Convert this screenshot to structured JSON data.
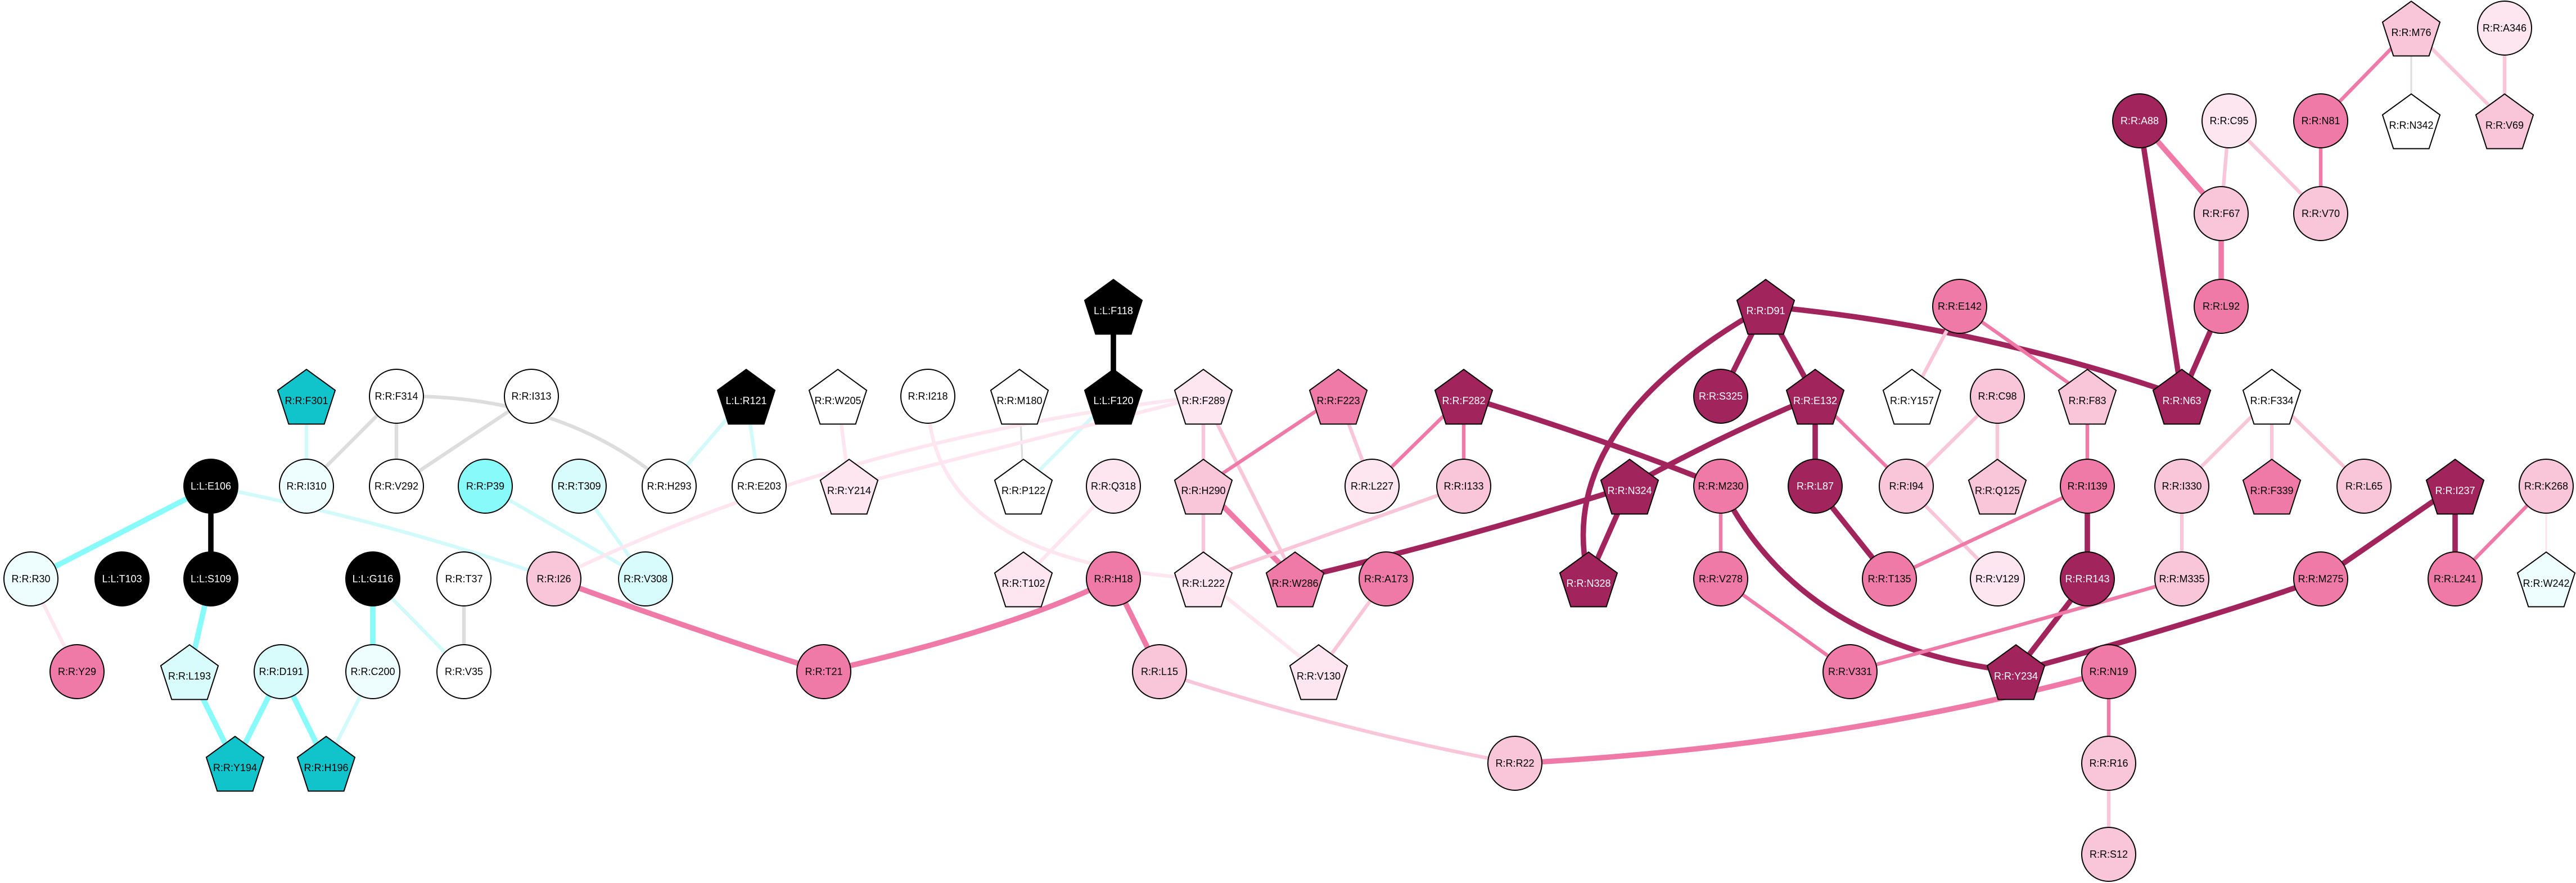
{
  "colors": {
    "black": "#000000",
    "cyan_dark": "#11c4cb",
    "cyan_mid": "#88fafa",
    "cyan_light": "#d8fbfb",
    "cyan_faint": "#eefdfd",
    "white": "#ffffff",
    "magenta_dark": "#a2245d",
    "pink_mid": "#ef7aa7",
    "pink_light": "#f9c6d9",
    "pink_faint": "#fde6ef",
    "edge_gray": "#dddddd",
    "edge_cyan": "#88fafa",
    "edge_cyan_faint": "#d3fafa"
  },
  "nodes": [
    {
      "id": "R:R:M76",
      "shape": "pentagon",
      "fill": "pink_light"
    },
    {
      "id": "R:R:A346",
      "shape": "circle",
      "fill": "pink_faint"
    },
    {
      "id": "R:R:A88",
      "shape": "circle",
      "fill": "magenta_dark"
    },
    {
      "id": "R:R:C95",
      "shape": "circle",
      "fill": "pink_faint"
    },
    {
      "id": "R:R:N81",
      "shape": "circle",
      "fill": "pink_mid"
    },
    {
      "id": "R:R:N342",
      "shape": "pentagon",
      "fill": "white"
    },
    {
      "id": "R:R:V69",
      "shape": "pentagon",
      "fill": "pink_light"
    },
    {
      "id": "R:R:F67",
      "shape": "circle",
      "fill": "pink_light"
    },
    {
      "id": "R:R:V70",
      "shape": "circle",
      "fill": "pink_light"
    },
    {
      "id": "R:R:L92",
      "shape": "circle",
      "fill": "pink_mid"
    },
    {
      "id": "L:L:F118",
      "shape": "pentagon",
      "fill": "black"
    },
    {
      "id": "R:R:D91",
      "shape": "pentagon",
      "fill": "magenta_dark"
    },
    {
      "id": "R:R:E142",
      "shape": "circle",
      "fill": "pink_mid"
    },
    {
      "id": "R:R:F301",
      "shape": "pentagon",
      "fill": "cyan_dark"
    },
    {
      "id": "R:R:F314",
      "shape": "circle",
      "fill": "white"
    },
    {
      "id": "R:R:I313",
      "shape": "circle",
      "fill": "white"
    },
    {
      "id": "L:L:R121",
      "shape": "pentagon",
      "fill": "black"
    },
    {
      "id": "R:R:W205",
      "shape": "pentagon",
      "fill": "white"
    },
    {
      "id": "R:R:I218",
      "shape": "circle",
      "fill": "white"
    },
    {
      "id": "R:R:M180",
      "shape": "pentagon",
      "fill": "white"
    },
    {
      "id": "L:L:F120",
      "shape": "pentagon",
      "fill": "black"
    },
    {
      "id": "R:R:F289",
      "shape": "pentagon",
      "fill": "pink_faint"
    },
    {
      "id": "R:R:F223",
      "shape": "pentagon",
      "fill": "pink_mid"
    },
    {
      "id": "R:R:F282",
      "shape": "pentagon",
      "fill": "magenta_dark"
    },
    {
      "id": "R:R:S325",
      "shape": "circle",
      "fill": "magenta_dark"
    },
    {
      "id": "R:R:E132",
      "shape": "pentagon",
      "fill": "magenta_dark"
    },
    {
      "id": "R:R:Y157",
      "shape": "pentagon",
      "fill": "white"
    },
    {
      "id": "R:R:C98",
      "shape": "circle",
      "fill": "pink_light"
    },
    {
      "id": "R:R:F83",
      "shape": "pentagon",
      "fill": "pink_light"
    },
    {
      "id": "R:R:N63",
      "shape": "pentagon",
      "fill": "magenta_dark"
    },
    {
      "id": "R:R:F334",
      "shape": "pentagon",
      "fill": "white"
    },
    {
      "id": "L:L:E106",
      "shape": "circle",
      "fill": "black"
    },
    {
      "id": "R:R:I310",
      "shape": "circle",
      "fill": "cyan_faint"
    },
    {
      "id": "R:R:V292",
      "shape": "circle",
      "fill": "white"
    },
    {
      "id": "R:R:P39",
      "shape": "circle",
      "fill": "cyan_mid"
    },
    {
      "id": "R:R:T309",
      "shape": "circle",
      "fill": "cyan_light"
    },
    {
      "id": "R:R:H293",
      "shape": "circle",
      "fill": "white"
    },
    {
      "id": "R:R:E203",
      "shape": "circle",
      "fill": "white"
    },
    {
      "id": "R:R:Y214",
      "shape": "pentagon",
      "fill": "pink_faint"
    },
    {
      "id": "R:R:P122",
      "shape": "pentagon",
      "fill": "white"
    },
    {
      "id": "R:R:Q318",
      "shape": "circle",
      "fill": "pink_faint"
    },
    {
      "id": "R:R:H290",
      "shape": "pentagon",
      "fill": "pink_light"
    },
    {
      "id": "R:R:L227",
      "shape": "circle",
      "fill": "pink_faint"
    },
    {
      "id": "R:R:I133",
      "shape": "circle",
      "fill": "pink_light"
    },
    {
      "id": "R:R:N324",
      "shape": "pentagon",
      "fill": "magenta_dark"
    },
    {
      "id": "R:R:M230",
      "shape": "circle",
      "fill": "pink_mid"
    },
    {
      "id": "R:R:L87",
      "shape": "circle",
      "fill": "magenta_dark"
    },
    {
      "id": "R:R:I94",
      "shape": "circle",
      "fill": "pink_light"
    },
    {
      "id": "R:R:Q125",
      "shape": "pentagon",
      "fill": "pink_light"
    },
    {
      "id": "R:R:I139",
      "shape": "circle",
      "fill": "pink_mid"
    },
    {
      "id": "R:R:I330",
      "shape": "circle",
      "fill": "pink_light"
    },
    {
      "id": "R:R:F339",
      "shape": "pentagon",
      "fill": "pink_mid"
    },
    {
      "id": "R:R:L65",
      "shape": "circle",
      "fill": "pink_light"
    },
    {
      "id": "R:R:I237",
      "shape": "pentagon",
      "fill": "magenta_dark"
    },
    {
      "id": "R:R:K268",
      "shape": "circle",
      "fill": "pink_light"
    },
    {
      "id": "R:R:R30",
      "shape": "circle",
      "fill": "cyan_faint"
    },
    {
      "id": "L:L:T103",
      "shape": "circle",
      "fill": "black"
    },
    {
      "id": "L:L:S109",
      "shape": "circle",
      "fill": "black"
    },
    {
      "id": "L:L:G116",
      "shape": "circle",
      "fill": "black"
    },
    {
      "id": "R:R:T37",
      "shape": "circle",
      "fill": "white"
    },
    {
      "id": "R:R:I26",
      "shape": "circle",
      "fill": "pink_light"
    },
    {
      "id": "R:R:V308",
      "shape": "circle",
      "fill": "cyan_light"
    },
    {
      "id": "R:R:T102",
      "shape": "pentagon",
      "fill": "pink_faint"
    },
    {
      "id": "R:R:H18",
      "shape": "circle",
      "fill": "pink_mid"
    },
    {
      "id": "R:R:L222",
      "shape": "pentagon",
      "fill": "pink_faint"
    },
    {
      "id": "R:R:W286",
      "shape": "pentagon",
      "fill": "pink_mid"
    },
    {
      "id": "R:R:A173",
      "shape": "circle",
      "fill": "pink_mid"
    },
    {
      "id": "R:R:N328",
      "shape": "pentagon",
      "fill": "magenta_dark"
    },
    {
      "id": "R:R:V278",
      "shape": "circle",
      "fill": "pink_mid"
    },
    {
      "id": "R:R:T135",
      "shape": "circle",
      "fill": "pink_mid"
    },
    {
      "id": "R:R:V129",
      "shape": "circle",
      "fill": "pink_faint"
    },
    {
      "id": "R:R:R143",
      "shape": "circle",
      "fill": "magenta_dark"
    },
    {
      "id": "R:R:M335",
      "shape": "circle",
      "fill": "pink_light"
    },
    {
      "id": "R:R:M275",
      "shape": "circle",
      "fill": "pink_mid"
    },
    {
      "id": "R:R:L241",
      "shape": "circle",
      "fill": "pink_mid"
    },
    {
      "id": "R:R:W242",
      "shape": "pentagon",
      "fill": "cyan_faint"
    },
    {
      "id": "R:R:Y29",
      "shape": "circle",
      "fill": "pink_mid"
    },
    {
      "id": "R:R:L193",
      "shape": "pentagon",
      "fill": "cyan_light"
    },
    {
      "id": "R:R:D191",
      "shape": "circle",
      "fill": "cyan_light"
    },
    {
      "id": "R:R:C200",
      "shape": "circle",
      "fill": "cyan_faint"
    },
    {
      "id": "R:R:V35",
      "shape": "circle",
      "fill": "white"
    },
    {
      "id": "R:R:T21",
      "shape": "circle",
      "fill": "pink_mid"
    },
    {
      "id": "R:R:L15",
      "shape": "circle",
      "fill": "pink_light"
    },
    {
      "id": "R:R:V130",
      "shape": "pentagon",
      "fill": "pink_faint"
    },
    {
      "id": "R:R:V331",
      "shape": "circle",
      "fill": "pink_mid"
    },
    {
      "id": "R:R:Y234",
      "shape": "pentagon",
      "fill": "magenta_dark"
    },
    {
      "id": "R:R:N19",
      "shape": "circle",
      "fill": "pink_mid"
    },
    {
      "id": "R:R:Y194",
      "shape": "pentagon",
      "fill": "cyan_dark"
    },
    {
      "id": "R:R:H196",
      "shape": "pentagon",
      "fill": "cyan_dark"
    },
    {
      "id": "R:R:R22",
      "shape": "circle",
      "fill": "pink_light"
    },
    {
      "id": "R:R:R16",
      "shape": "circle",
      "fill": "pink_light"
    },
    {
      "id": "R:R:S12",
      "shape": "circle",
      "fill": "pink_light"
    }
  ],
  "edges": [
    {
      "source": "R:R:M76",
      "target": "R:R:N342",
      "color": "edge_gray",
      "weight": 1
    },
    {
      "source": "R:R:M76",
      "target": "R:R:N81",
      "color": "pink_mid",
      "weight": 2
    },
    {
      "source": "R:R:M76",
      "target": "R:R:V69",
      "color": "pink_light",
      "weight": 2
    },
    {
      "source": "R:R:A346",
      "target": "R:R:V69",
      "color": "pink_light",
      "weight": 2
    },
    {
      "source": "R:R:N81",
      "target": "R:R:V70",
      "color": "pink_mid",
      "weight": 2
    },
    {
      "source": "R:R:C95",
      "target": "R:R:F67",
      "color": "pink_light",
      "weight": 2
    },
    {
      "source": "R:R:C95",
      "target": "R:R:V70",
      "color": "pink_light",
      "weight": 2
    },
    {
      "source": "R:R:A88",
      "target": "R:R:F67",
      "color": "pink_mid",
      "weight": 3
    },
    {
      "source": "R:R:A88",
      "target": "R:R:N63",
      "color": "magenta_dark",
      "weight": 3
    },
    {
      "source": "R:R:F67",
      "target": "R:R:L92",
      "color": "pink_mid",
      "weight": 3
    },
    {
      "source": "R:R:L92",
      "target": "R:R:N63",
      "color": "magenta_dark",
      "weight": 3
    },
    {
      "source": "L:L:F118",
      "target": "L:L:F120",
      "color": "black",
      "weight": 3
    },
    {
      "source": "R:R:D91",
      "target": "R:R:N63",
      "color": "magenta_dark",
      "weight": 3
    },
    {
      "source": "R:R:D91",
      "target": "R:R:S325",
      "color": "magenta_dark",
      "weight": 3
    },
    {
      "source": "R:R:D91",
      "target": "R:R:E132",
      "color": "magenta_dark",
      "weight": 3
    },
    {
      "source": "R:R:E142",
      "target": "R:R:Y157",
      "color": "pink_light",
      "weight": 2
    },
    {
      "source": "R:R:E142",
      "target": "R:R:F83",
      "color": "pink_mid",
      "weight": 2
    },
    {
      "source": "R:R:C98",
      "target": "R:R:Q125",
      "color": "pink_light",
      "weight": 2
    },
    {
      "source": "R:R:C98",
      "target": "R:R:I94",
      "color": "pink_light",
      "weight": 2
    },
    {
      "source": "R:R:F83",
      "target": "R:R:I139",
      "color": "pink_mid",
      "weight": 2
    },
    {
      "source": "R:R:F334",
      "target": "R:R:F339",
      "color": "pink_light",
      "weight": 2
    },
    {
      "source": "R:R:F334",
      "target": "R:R:I330",
      "color": "pink_light",
      "weight": 2
    },
    {
      "source": "R:R:F334",
      "target": "R:R:L65",
      "color": "pink_light",
      "weight": 2
    },
    {
      "source": "R:R:F301",
      "target": "R:R:I310",
      "color": "edge_cyan_faint",
      "weight": 2
    },
    {
      "source": "R:R:F314",
      "target": "R:R:I310",
      "color": "edge_gray",
      "weight": 2
    },
    {
      "source": "R:R:F314",
      "target": "R:R:V292",
      "color": "edge_gray",
      "weight": 2
    },
    {
      "source": "R:R:F314",
      "target": "R:R:H293",
      "color": "edge_gray",
      "weight": 2
    },
    {
      "source": "R:R:I313",
      "target": "R:R:V292",
      "color": "edge_gray",
      "weight": 2
    },
    {
      "source": "R:R:T309",
      "target": "R:R:V308",
      "color": "edge_cyan_faint",
      "weight": 2
    },
    {
      "source": "R:R:P39",
      "target": "R:R:V308",
      "color": "edge_cyan_faint",
      "weight": 2
    },
    {
      "source": "L:L:R121",
      "target": "R:R:H293",
      "color": "edge_cyan_faint",
      "weight": 2
    },
    {
      "source": "L:L:R121",
      "target": "R:R:E203",
      "color": "edge_cyan_faint",
      "weight": 2
    },
    {
      "source": "R:R:W205",
      "target": "R:R:Y214",
      "color": "pink_faint",
      "weight": 2
    },
    {
      "source": "R:R:I218",
      "target": "R:R:L222",
      "color": "pink_faint",
      "weight": 2
    },
    {
      "source": "R:R:M180",
      "target": "R:R:P122",
      "color": "edge_gray",
      "weight": 1
    },
    {
      "source": "L:L:F120",
      "target": "R:R:P122",
      "color": "edge_cyan_faint",
      "weight": 2
    },
    {
      "source": "R:R:F289",
      "target": "R:R:Y214",
      "color": "pink_faint",
      "weight": 2
    },
    {
      "source": "R:R:F289",
      "target": "R:R:H290",
      "color": "pink_light",
      "weight": 2
    },
    {
      "source": "R:R:F289",
      "target": "R:R:W286",
      "color": "pink_light",
      "weight": 2
    },
    {
      "source": "R:R:F289",
      "target": "R:R:I26",
      "color": "pink_faint",
      "weight": 2
    },
    {
      "source": "R:R:F223",
      "target": "R:R:H290",
      "color": "pink_mid",
      "weight": 2
    },
    {
      "source": "R:R:F223",
      "target": "R:R:L227",
      "color": "pink_light",
      "weight": 2
    },
    {
      "source": "R:R:F282",
      "target": "R:R:L227",
      "color": "pink_mid",
      "weight": 2
    },
    {
      "source": "R:R:F282",
      "target": "R:R:I133",
      "color": "pink_mid",
      "weight": 2
    },
    {
      "source": "R:R:F282",
      "target": "R:R:M230",
      "color": "magenta_dark",
      "weight": 3
    },
    {
      "source": "R:R:E132",
      "target": "R:R:N324",
      "color": "magenta_dark",
      "weight": 3
    },
    {
      "source": "R:R:E132",
      "target": "R:R:L87",
      "color": "magenta_dark",
      "weight": 3
    },
    {
      "source": "R:R:E132",
      "target": "R:R:I94",
      "color": "pink_mid",
      "weight": 2
    },
    {
      "source": "R:R:D91",
      "target": "R:R:N328",
      "color": "magenta_dark",
      "weight": 3
    },
    {
      "source": "L:L:E106",
      "target": "L:L:S109",
      "color": "black",
      "weight": 3
    },
    {
      "source": "L:L:E106",
      "target": "R:R:R30",
      "color": "edge_cyan",
      "weight": 3
    },
    {
      "source": "L:L:E106",
      "target": "R:R:I26",
      "color": "edge_cyan_faint",
      "weight": 2
    },
    {
      "source": "L:L:S109",
      "target": "R:R:L193",
      "color": "edge_cyan",
      "weight": 3
    },
    {
      "source": "L:L:G116",
      "target": "R:R:C200",
      "color": "edge_cyan",
      "weight": 3
    },
    {
      "source": "L:L:G116",
      "target": "R:R:V35",
      "color": "edge_cyan_faint",
      "weight": 2
    },
    {
      "source": "R:R:T37",
      "target": "R:R:V35",
      "color": "edge_gray",
      "weight": 2
    },
    {
      "source": "R:R:R30",
      "target": "R:R:Y29",
      "color": "pink_faint",
      "weight": 2
    },
    {
      "source": "R:R:L193",
      "target": "R:R:Y194",
      "color": "edge_cyan",
      "weight": 3
    },
    {
      "source": "R:R:D191",
      "target": "R:R:Y194",
      "color": "edge_cyan",
      "weight": 3
    },
    {
      "source": "R:R:D191",
      "target": "R:R:H196",
      "color": "edge_cyan",
      "weight": 3
    },
    {
      "source": "R:R:C200",
      "target": "R:R:H196",
      "color": "edge_cyan_faint",
      "weight": 2
    },
    {
      "source": "R:R:I26",
      "target": "R:R:T21",
      "color": "pink_mid",
      "weight": 3
    },
    {
      "source": "R:R:H18",
      "target": "R:R:T21",
      "color": "pink_mid",
      "weight": 3
    },
    {
      "source": "R:R:H18",
      "target": "R:R:L15",
      "color": "pink_mid",
      "weight": 3
    },
    {
      "source": "R:R:Q318",
      "target": "R:R:T102",
      "color": "pink_faint",
      "weight": 2
    },
    {
      "source": "R:R:H290",
      "target": "R:R:L222",
      "color": "pink_light",
      "weight": 2
    },
    {
      "source": "R:R:H290",
      "target": "R:R:W286",
      "color": "pink_mid",
      "weight": 3
    },
    {
      "source": "R:R:L222",
      "target": "R:R:V130",
      "color": "pink_faint",
      "weight": 2
    },
    {
      "source": "R:R:I133",
      "target": "R:R:L222",
      "color": "pink_light",
      "weight": 2
    },
    {
      "source": "R:R:N324",
      "target": "R:R:W286",
      "color": "magenta_dark",
      "weight": 3
    },
    {
      "source": "R:R:N324",
      "target": "R:R:N328",
      "color": "magenta_dark",
      "weight": 3
    },
    {
      "source": "R:R:A173",
      "target": "R:R:V130",
      "color": "pink_light",
      "weight": 2
    },
    {
      "source": "R:R:M230",
      "target": "R:R:V278",
      "color": "pink_mid",
      "weight": 2
    },
    {
      "source": "R:R:M230",
      "target": "R:R:Y234",
      "color": "magenta_dark",
      "weight": 3
    },
    {
      "source": "R:R:L87",
      "target": "R:R:T135",
      "color": "magenta_dark",
      "weight": 3
    },
    {
      "source": "R:R:I94",
      "target": "R:R:V129",
      "color": "pink_light",
      "weight": 2
    },
    {
      "source": "R:R:I139",
      "target": "R:R:T135",
      "color": "pink_mid",
      "weight": 2
    },
    {
      "source": "R:R:I139",
      "target": "R:R:R143",
      "color": "magenta_dark",
      "weight": 3
    },
    {
      "source": "R:R:R143",
      "target": "R:R:Y234",
      "color": "magenta_dark",
      "weight": 3
    },
    {
      "source": "R:R:I330",
      "target": "R:R:M335",
      "color": "pink_light",
      "weight": 2
    },
    {
      "source": "R:R:M335",
      "target": "R:R:V331",
      "color": "pink_mid",
      "weight": 2
    },
    {
      "source": "R:R:V278",
      "target": "R:R:V331",
      "color": "pink_mid",
      "weight": 2
    },
    {
      "source": "R:R:I237",
      "target": "R:R:M275",
      "color": "magenta_dark",
      "weight": 3
    },
    {
      "source": "R:R:I237",
      "target": "R:R:L241",
      "color": "magenta_dark",
      "weight": 3
    },
    {
      "source": "R:R:M275",
      "target": "R:R:Y234",
      "color": "magenta_dark",
      "weight": 3
    },
    {
      "source": "R:R:K268",
      "target": "R:R:L241",
      "color": "pink_mid",
      "weight": 2
    },
    {
      "source": "R:R:K268",
      "target": "R:R:W242",
      "color": "pink_faint",
      "weight": 1
    },
    {
      "source": "R:R:L15",
      "target": "R:R:R22",
      "color": "pink_light",
      "weight": 2
    },
    {
      "source": "R:R:N19",
      "target": "R:R:R22",
      "color": "pink_mid",
      "weight": 3
    },
    {
      "source": "R:R:N19",
      "target": "R:R:R16",
      "color": "pink_mid",
      "weight": 2
    },
    {
      "source": "R:R:R16",
      "target": "R:R:S12",
      "color": "pink_light",
      "weight": 2
    }
  ]
}
